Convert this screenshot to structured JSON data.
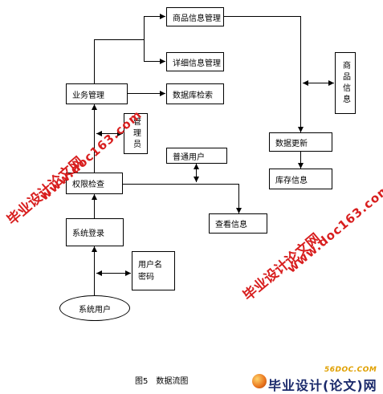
{
  "nodes": {
    "goods_info_mgmt": "商品信息管理",
    "detail_info_mgmt": "详细信息管理",
    "business_mgmt": "业务管理",
    "db_search": "数据库检索",
    "manager": "管理员",
    "goods_info_side": "商品信息",
    "general_user": "普通用户",
    "permission_check": "权限检查",
    "data_update": "数据更新",
    "stock_info": "库存信息",
    "view_info": "查看信息",
    "system_login": "系统登录",
    "username_password": "用户名\n密码",
    "system_user": "系统用户"
  },
  "caption": {
    "figure": "图5",
    "title": "数据流图"
  },
  "watermarks": {
    "site_cn": "毕业设计论文网",
    "site_url": "www.doc163.com"
  },
  "logo": {
    "site": "56DOC.COM",
    "name": "毕业设计(论文)网"
  },
  "colors": {
    "line": "#000000",
    "watermark": "#d81e1e",
    "logo_text": "#1b2a6b",
    "logo_site": "#e0a000"
  }
}
